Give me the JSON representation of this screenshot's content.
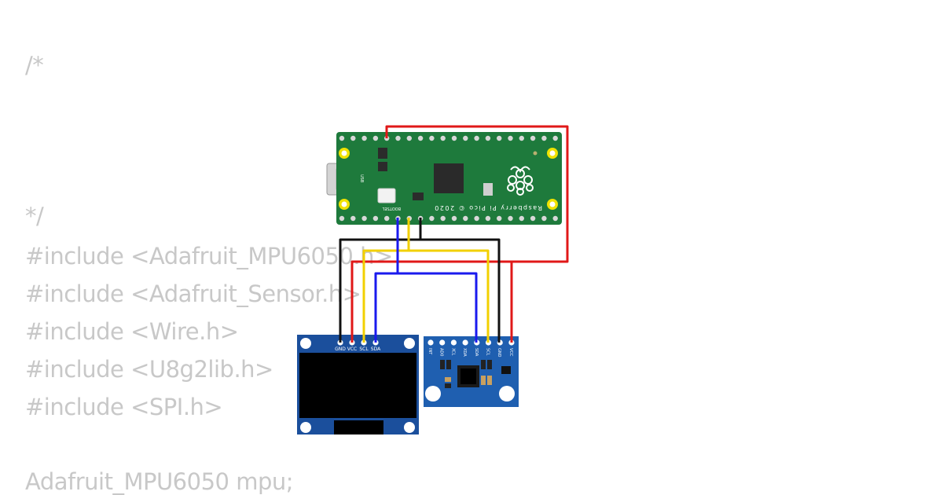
{
  "code_lines": {
    "comment_open": "/*",
    "comment_close": "*/",
    "include_mpu": "#include <Adafruit_MPU6050.h>",
    "include_sensor": "#include <Adafruit_Sensor.h>",
    "include_wire": "#include <Wire.h>",
    "include_u8g2": "#include <U8g2lib.h>",
    "include_spi": "#include <SPI.h>",
    "mpu_decl": "Adafruit_MPU6050 mpu;"
  },
  "pico": {
    "name_label": "Raspberry Pi Pico © 2020",
    "bootsel_label": "BOOTSEL",
    "usb_label": "USB",
    "board_color": "#1e7a3c"
  },
  "oled": {
    "pins": [
      "GND",
      "VCC",
      "SCL",
      "SDA"
    ],
    "board_color": "#1b4f9c"
  },
  "mpu6050": {
    "pins": [
      "INT",
      "AD0",
      "XCL",
      "XDA",
      "SDA",
      "SCL",
      "GND",
      "VCC"
    ],
    "board_color": "#1f5fb0"
  },
  "wire_colors": {
    "power": "#e01818",
    "ground": "#111111",
    "scl": "#f2d000",
    "sda": "#1a1aee"
  }
}
